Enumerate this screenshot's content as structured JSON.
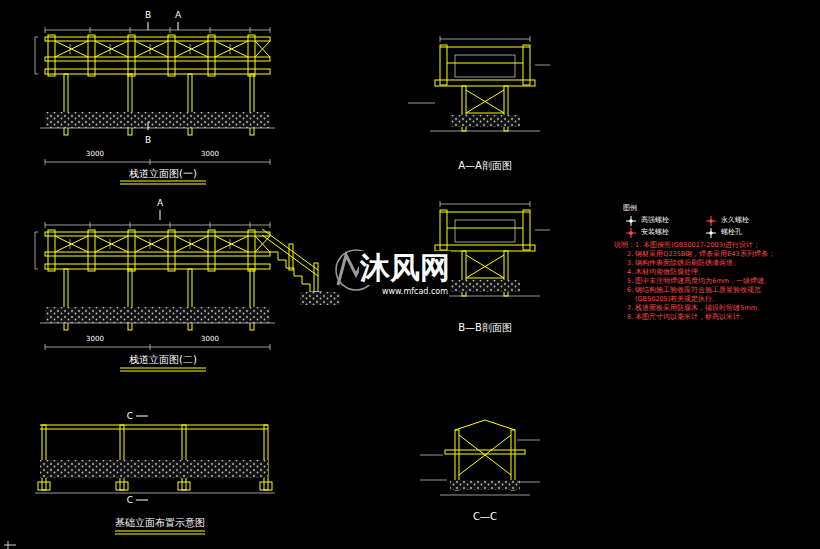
{
  "diagram": {
    "labels": [
      "B",
      "A",
      "B",
      "3000",
      "3000",
      "栈道立面图(一)",
      "A",
      "3000",
      "3000",
      "栈道立面图(二)",
      "C",
      "C",
      "基础立面布置示意图",
      "A—A剖面图",
      "B—B剖面图",
      "C—C",
      "图例",
      "说明：1. 本图按照(GB50017-2003)进行设计；",
      "2. 钢材采用Q235B钢，焊条采用E43系列焊条；",
      "3. 钢构件表面除锈后刷防锈漆两道。",
      "4. 木材均需做防腐处理。",
      "5. 图中未注明焊缝高度均为6mm，一级焊缝。",
      "6. 钢结构施工验收应符合施工质量验收规范",
      "(GB50205)有关规定执行。",
      "7. 栈道面板采用防腐木，铺设时留缝5mm。",
      "8. 本图尺寸均以毫米计，标高以米计。",
      "沐风网",
      "www.mfcad.com"
    ],
    "legend": [
      {
        "text": "高强螺栓"
      },
      {
        "text": "永久螺栓"
      },
      {
        "text": "安装螺栓"
      },
      {
        "text": "螺栓孔"
      }
    ]
  }
}
